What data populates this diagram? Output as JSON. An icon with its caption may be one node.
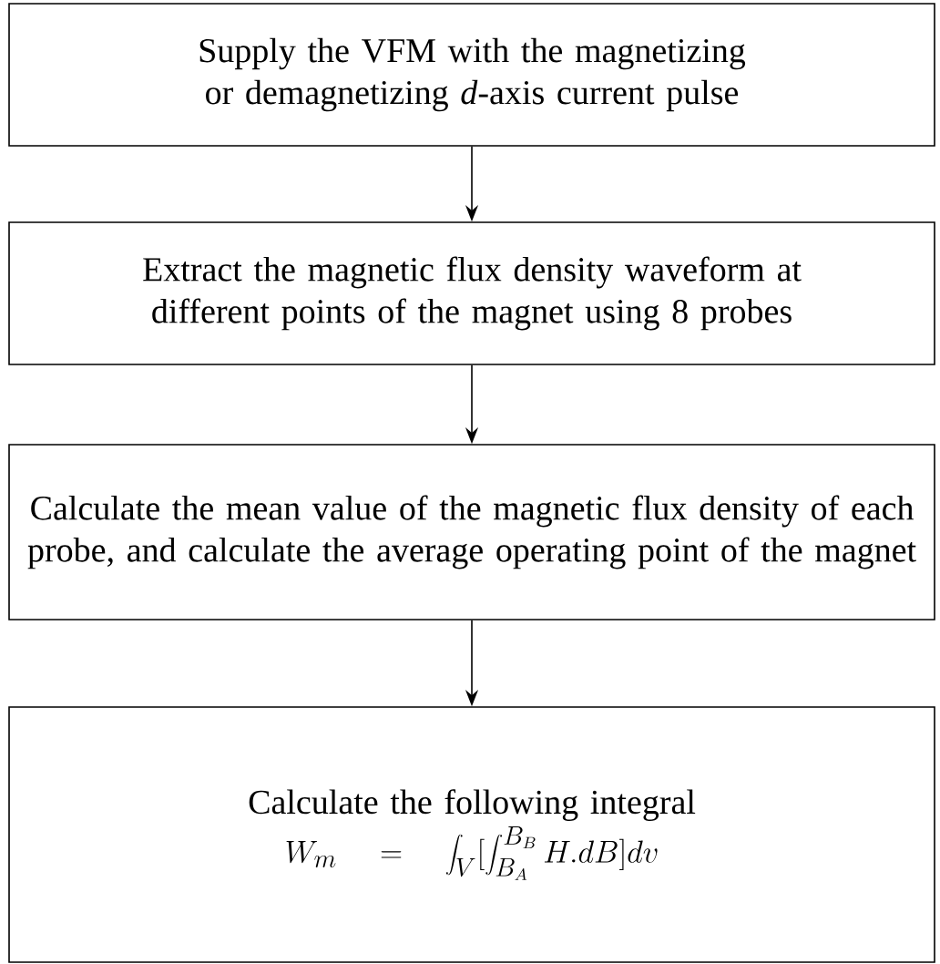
{
  "diagram": {
    "nodes": [
      {
        "text": [
          "Supply the VFM with the magnetizing or demagnetizing *d*-axis current pulse"
        ]
      },
      {
        "text": [
          "Extract the magnetic flux density waveform at different points of the magnet using 8 probes"
        ]
      },
      {
        "text": [
          "Calculate the mean value of the magnetic flux density of each probe, and calculate the average operating point of the magnet"
        ]
      },
      {
        "text": [
          "Calculate the following integral",
          "W_m = \\int_V [\\int_{B_A}^{B_B} H.dB]dv"
        ]
      }
    ],
    "edges": [
      {
        "from": 0,
        "to": 1,
        "arrow": "to"
      },
      {
        "from": 1,
        "to": 2,
        "arrow": "to"
      },
      {
        "from": 2,
        "to": 3,
        "arrow": "to"
      }
    ]
  }
}
